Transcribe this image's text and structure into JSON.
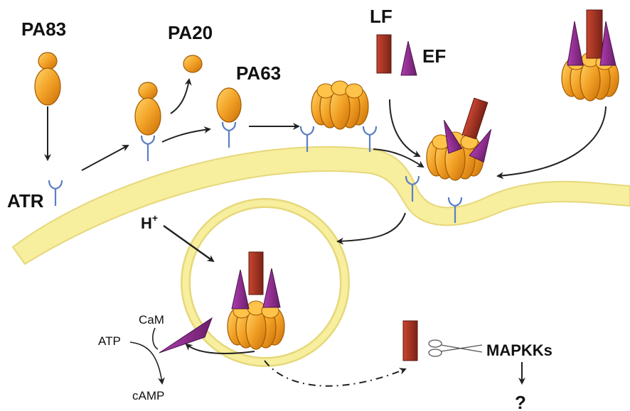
{
  "labels": {
    "pa83": "PA83",
    "pa20": "PA20",
    "pa63": "PA63",
    "lf": "LF",
    "ef": "EF",
    "atr": "ATR",
    "h_plus": "H",
    "h_sup": "+",
    "cam": "CaM",
    "atp": "ATP",
    "camp": "cAMP",
    "mapkks": "MAPKKs",
    "question": "?"
  },
  "colors": {
    "pa_fill": "#f2a126",
    "pa_dark": "#c86e08",
    "pa_outline": "#a35a00",
    "lf_fill": "#a8342a",
    "ef_fill": "#8e2a8e",
    "membrane": "#f7ee9e",
    "membrane_edge": "#d9cc6a",
    "receptor": "#5b7fc4",
    "arrow": "#222222"
  },
  "icons": [
    "scissors-icon"
  ]
}
